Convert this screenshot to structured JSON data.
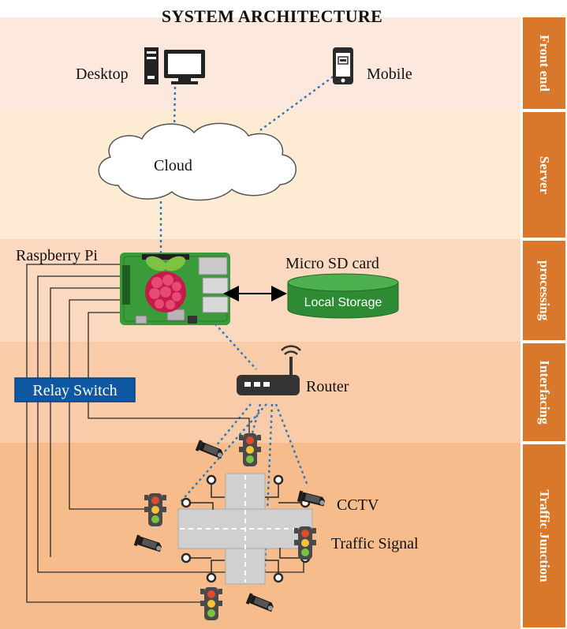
{
  "title": "SYSTEM ARCHITECTURE",
  "layers": [
    "Front end",
    "Server",
    "processing",
    "Interfacing",
    "Traffic Junction"
  ],
  "layer_colors": [
    "#fce8dc",
    "#fdebd3",
    "#fbd9c0",
    "#f9cba8",
    "#f7bc8c"
  ],
  "side_color": "#d9782b",
  "nodes": {
    "desktop": "Desktop",
    "mobile": "Mobile",
    "cloud": "Cloud",
    "raspberry_pi": "Raspberry Pi",
    "micro_sd": "Micro SD card",
    "local_storage": "Local Storage",
    "relay_switch": "Relay Switch",
    "router": "Router",
    "cctv": "CCTV",
    "traffic_signal": "Traffic Signal"
  }
}
